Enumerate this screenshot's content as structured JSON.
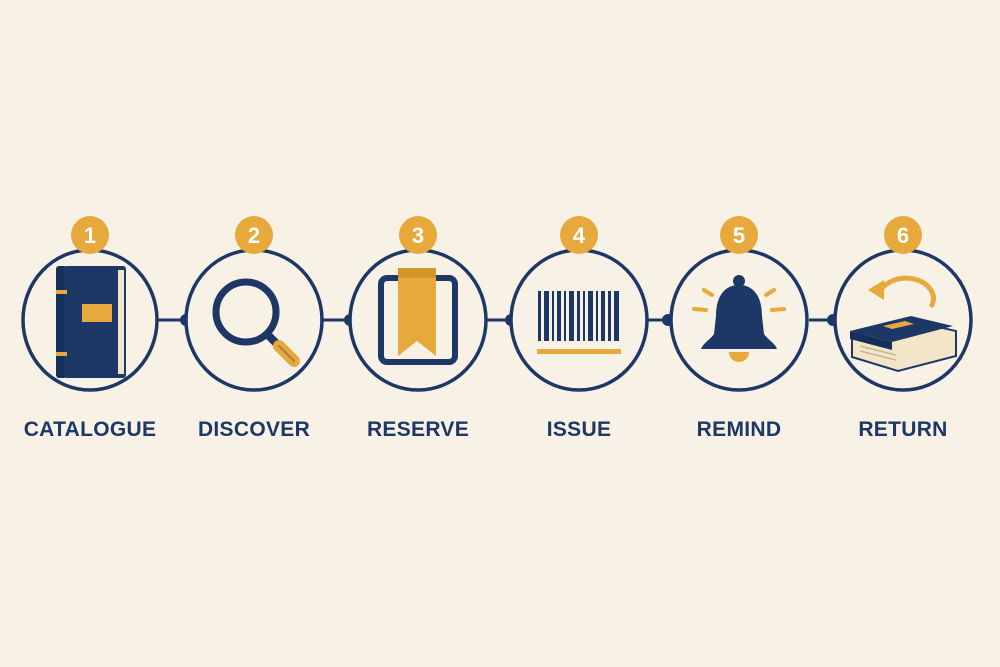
{
  "colors": {
    "background": "#f8f1e6",
    "navy": "#1d3866",
    "gold": "#e7a93c",
    "white": "#ffffff"
  },
  "steps": [
    {
      "number": "1",
      "label": "CATALOGUE",
      "icon": "book-icon"
    },
    {
      "number": "2",
      "label": "DISCOVER",
      "icon": "magnifier-icon"
    },
    {
      "number": "3",
      "label": "RESERVE",
      "icon": "bookmark-icon"
    },
    {
      "number": "4",
      "label": "ISSUE",
      "icon": "barcode-icon"
    },
    {
      "number": "5",
      "label": "REMIND",
      "icon": "bell-icon"
    },
    {
      "number": "6",
      "label": "RETURN",
      "icon": "return-book-icon"
    }
  ]
}
